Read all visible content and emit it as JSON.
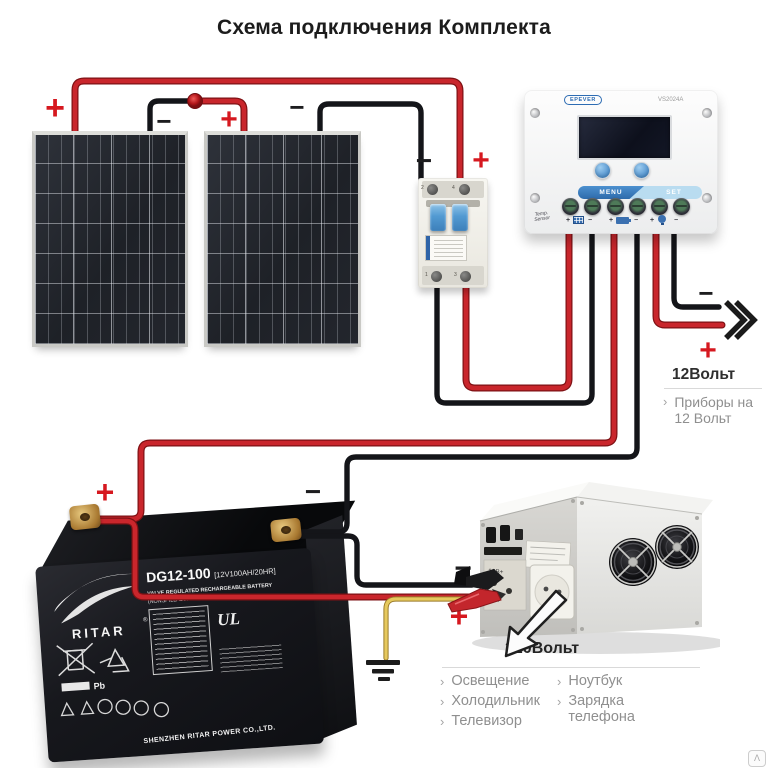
{
  "title": "Схема подключения Комплекта",
  "symbols": {
    "plus": "+",
    "minus": "−"
  },
  "bullet": "›",
  "controller": {
    "brand": "EPEVER",
    "model": "VS2024A",
    "menu_button": "MENU",
    "set_button": "SET",
    "temp_line1": "Temp.",
    "temp_line2": "Sensor"
  },
  "breaker": {
    "top_marks": [
      "2",
      "4"
    ],
    "bottom_marks": [
      "1",
      "3"
    ]
  },
  "battery": {
    "brand": "RITAR",
    "reg": "®",
    "model": "DG12-100",
    "rating": "[12V100AH/20HR]",
    "type_line1": "VALVE REGULATED RECHARGEABLE BATTERY",
    "type_line2": "(NONSPILLABLE/GEL TYPE)",
    "pb_label": "Pb",
    "ul_label": "UL",
    "company": "SHENZHEN RITAR POWER CO.,LTD."
  },
  "inverter": {
    "dc_input_label": "12В+"
  },
  "dc_output": {
    "heading": "12Вольт",
    "item": "Приборы на 12 Вольт"
  },
  "ac_output": {
    "heading": "220Вольт",
    "col1": [
      "Освещение",
      "Холодильник",
      "Телевизор"
    ],
    "col2": [
      "Ноутбук",
      "Зарядка телефона"
    ]
  },
  "watermark": {
    "glyph": "Λ"
  },
  "colors": {
    "wire_red": "#c9262c",
    "wire_black": "#141519",
    "wire_yellow": "#e6c95e",
    "plus_red": "#d6181f",
    "accent_blue": "#3b70b0"
  }
}
